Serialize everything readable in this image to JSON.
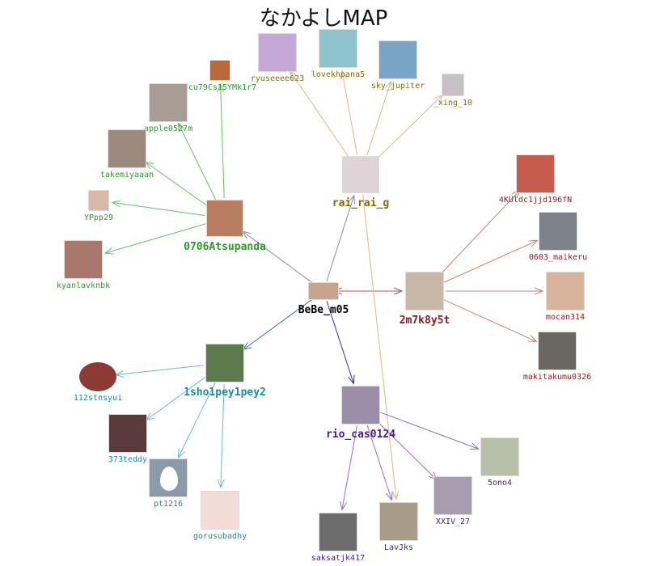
{
  "title": "なかよしMAP",
  "colors": {
    "BeBe_m05": "#000000",
    "0706Atsupanda": "#2a9a2a",
    "rai_rai_g": "#8a6a00",
    "2m7k8y5t": "#8b1a1a",
    "1sho1pey1pey2": "#1e8c9a",
    "rio_cas0124": "#4a1a8a"
  },
  "nodes": [
    {
      "id": "BeBe_m05",
      "label": "BeBe_m05",
      "group": "BeBe_m05",
      "major": true,
      "fill": "#c9a48c"
    },
    {
      "id": "0706Atsupanda",
      "label": "0706Atsupanda",
      "group": "0706Atsupanda",
      "major": true,
      "fill": "#b77e62"
    },
    {
      "id": "rai_rai_g",
      "label": "rai_rai_g",
      "group": "rai_rai_g",
      "major": true,
      "fill": "#ded3d6"
    },
    {
      "id": "2m7k8y5t",
      "label": "2m7k8y5t",
      "group": "2m7k8y5t",
      "major": true,
      "fill": "#c8b8a8"
    },
    {
      "id": "1sho1pey1pey2",
      "label": "1sho1pey1pey2",
      "group": "1sho1pey1pey2",
      "major": true,
      "fill": "#5c7a4c"
    },
    {
      "id": "rio_cas0124",
      "label": "rio_cas0124",
      "group": "rio_cas0124",
      "major": true,
      "fill": "#9a8ea8"
    },
    {
      "id": "ryuseeee623",
      "label": "ryuseeee623",
      "group": "rai_rai_g",
      "fill": "#c6a8d8"
    },
    {
      "id": "lovekhpana5",
      "label": "lovekhpana5",
      "group": "rai_rai_g",
      "fill": "#8ec3cc"
    },
    {
      "id": "sky_jupiter",
      "label": "sky_jupiter",
      "group": "rai_rai_g",
      "fill": "#7aa3c8"
    },
    {
      "id": "_xing_10",
      "label": "_xing_10",
      "group": "rai_rai_g",
      "fill": "#c8c0c8"
    },
    {
      "id": "Ecu79Cs15YMk1r7",
      "label": "Ecu79Cs15YMk1r7",
      "group": "0706Atsupanda",
      "fill": "#b86a3a"
    },
    {
      "id": "apple0527m",
      "label": "apple0527m",
      "group": "0706Atsupanda",
      "fill": "#a89c94"
    },
    {
      "id": "takemiyaaan",
      "label": "takemiyaaan",
      "group": "0706Atsupanda",
      "fill": "#9c8a7e"
    },
    {
      "id": "YPpp29",
      "label": "YPpp29",
      "group": "0706Atsupanda",
      "fill": "#d8b8a8"
    },
    {
      "id": "kyanlavknbk",
      "label": "kyanlavknbk",
      "group": "0706Atsupanda",
      "fill": "#a8786a"
    },
    {
      "id": "4KUldc1jjd196fN",
      "label": "4KUldc1jjd196fN",
      "group": "2m7k8y5t",
      "fill": "#c65c4c"
    },
    {
      "id": "0603_maikeru",
      "label": "0603_maikeru",
      "group": "2m7k8y5t",
      "fill": "#7c8288"
    },
    {
      "id": "mocan314",
      "label": "mocan314",
      "group": "2m7k8y5t",
      "fill": "#d8b49c"
    },
    {
      "id": "makitakumu0326",
      "label": "makitakumu0326",
      "group": "2m7k8y5t",
      "fill": "#6a6660"
    },
    {
      "id": "112stnsyui",
      "label": "112stnsyui",
      "group": "1sho1pey1pey2",
      "fill": "#8c3a34",
      "round": true
    },
    {
      "id": "373teddy",
      "label": "373teddy",
      "group": "1sho1pey1pey2",
      "fill": "#5a3a3a"
    },
    {
      "id": "pt1216",
      "label": "pt1216",
      "group": "1sho1pey1pey2",
      "fill": "#8a9aa8",
      "egg": true
    },
    {
      "id": "gorusubadhy",
      "label": "gorusubadhy",
      "group": "1sho1pey1pey2",
      "fill": "#f2dcd6"
    },
    {
      "id": "5ono4",
      "label": "5ono4",
      "group": "rio_cas0124",
      "fill": "#b8c0a8"
    },
    {
      "id": "XXIV_27",
      "label": "XXIV_27",
      "group": "rio_cas0124",
      "fill": "#a89cb0"
    },
    {
      "id": "saksatjk417",
      "label": "saksatjk417",
      "group": "rio_cas0124",
      "fill": "#6c6c6c"
    },
    {
      "id": "LavJks",
      "label": "LavJks",
      "group": "rio_cas0124",
      "fill": "#a89c88"
    }
  ],
  "edges": [
    {
      "from": "BeBe_m05",
      "to": "0706Atsupanda",
      "color": "#8a8aa8"
    },
    {
      "from": "BeBe_m05",
      "to": "rai_rai_g",
      "color": "#8a8aa8"
    },
    {
      "from": "BeBe_m05",
      "to": "2m7k8y5t",
      "color": "#b05a4a",
      "both": true
    },
    {
      "from": "BeBe_m05",
      "to": "1sho1pey1pey2",
      "color": "#3a6aa8"
    },
    {
      "from": "BeBe_m05",
      "to": "rio_cas0124",
      "color": "#3a2a8a"
    },
    {
      "from": "rai_rai_g",
      "to": "ryuseeee623",
      "color": "#d8b888"
    },
    {
      "from": "rai_rai_g",
      "to": "lovekhpana5",
      "color": "#d8b888"
    },
    {
      "from": "rai_rai_g",
      "to": "sky_jupiter",
      "color": "#d8b888"
    },
    {
      "from": "rai_rai_g",
      "to": "_xing_10",
      "color": "#d8b888"
    },
    {
      "from": "rai_rai_g",
      "to": "LavJks",
      "color": "#d8b888"
    },
    {
      "from": "0706Atsupanda",
      "to": "Ecu79Cs15YMk1r7",
      "color": "#66c066"
    },
    {
      "from": "0706Atsupanda",
      "to": "apple0527m",
      "color": "#66c066"
    },
    {
      "from": "0706Atsupanda",
      "to": "takemiyaaan",
      "color": "#66c066"
    },
    {
      "from": "0706Atsupanda",
      "to": "YPpp29",
      "color": "#66c066"
    },
    {
      "from": "0706Atsupanda",
      "to": "kyanlavknbk",
      "color": "#66c066"
    },
    {
      "from": "2m7k8y5t",
      "to": "4KUldc1jjd196fN",
      "color": "#d08070"
    },
    {
      "from": "2m7k8y5t",
      "to": "0603_maikeru",
      "color": "#d08070"
    },
    {
      "from": "2m7k8y5t",
      "to": "mocan314",
      "color": "#d08070"
    },
    {
      "from": "2m7k8y5t",
      "to": "makitakumu0326",
      "color": "#d08070"
    },
    {
      "from": "1sho1pey1pey2",
      "to": "112stnsyui",
      "color": "#6ab8c8"
    },
    {
      "from": "1sho1pey1pey2",
      "to": "373teddy",
      "color": "#6ab8c8"
    },
    {
      "from": "1sho1pey1pey2",
      "to": "pt1216",
      "color": "#6ab8c8"
    },
    {
      "from": "1sho1pey1pey2",
      "to": "gorusubadhy",
      "color": "#6ab8c8"
    },
    {
      "from": "rio_cas0124",
      "to": "5ono4",
      "color": "#9a6ac8"
    },
    {
      "from": "rio_cas0124",
      "to": "XXIV_27",
      "color": "#9a6ac8"
    },
    {
      "from": "rio_cas0124",
      "to": "saksatjk417",
      "color": "#9a6ac8"
    },
    {
      "from": "rio_cas0124",
      "to": "LavJks",
      "color": "#9a6ac8"
    }
  ]
}
